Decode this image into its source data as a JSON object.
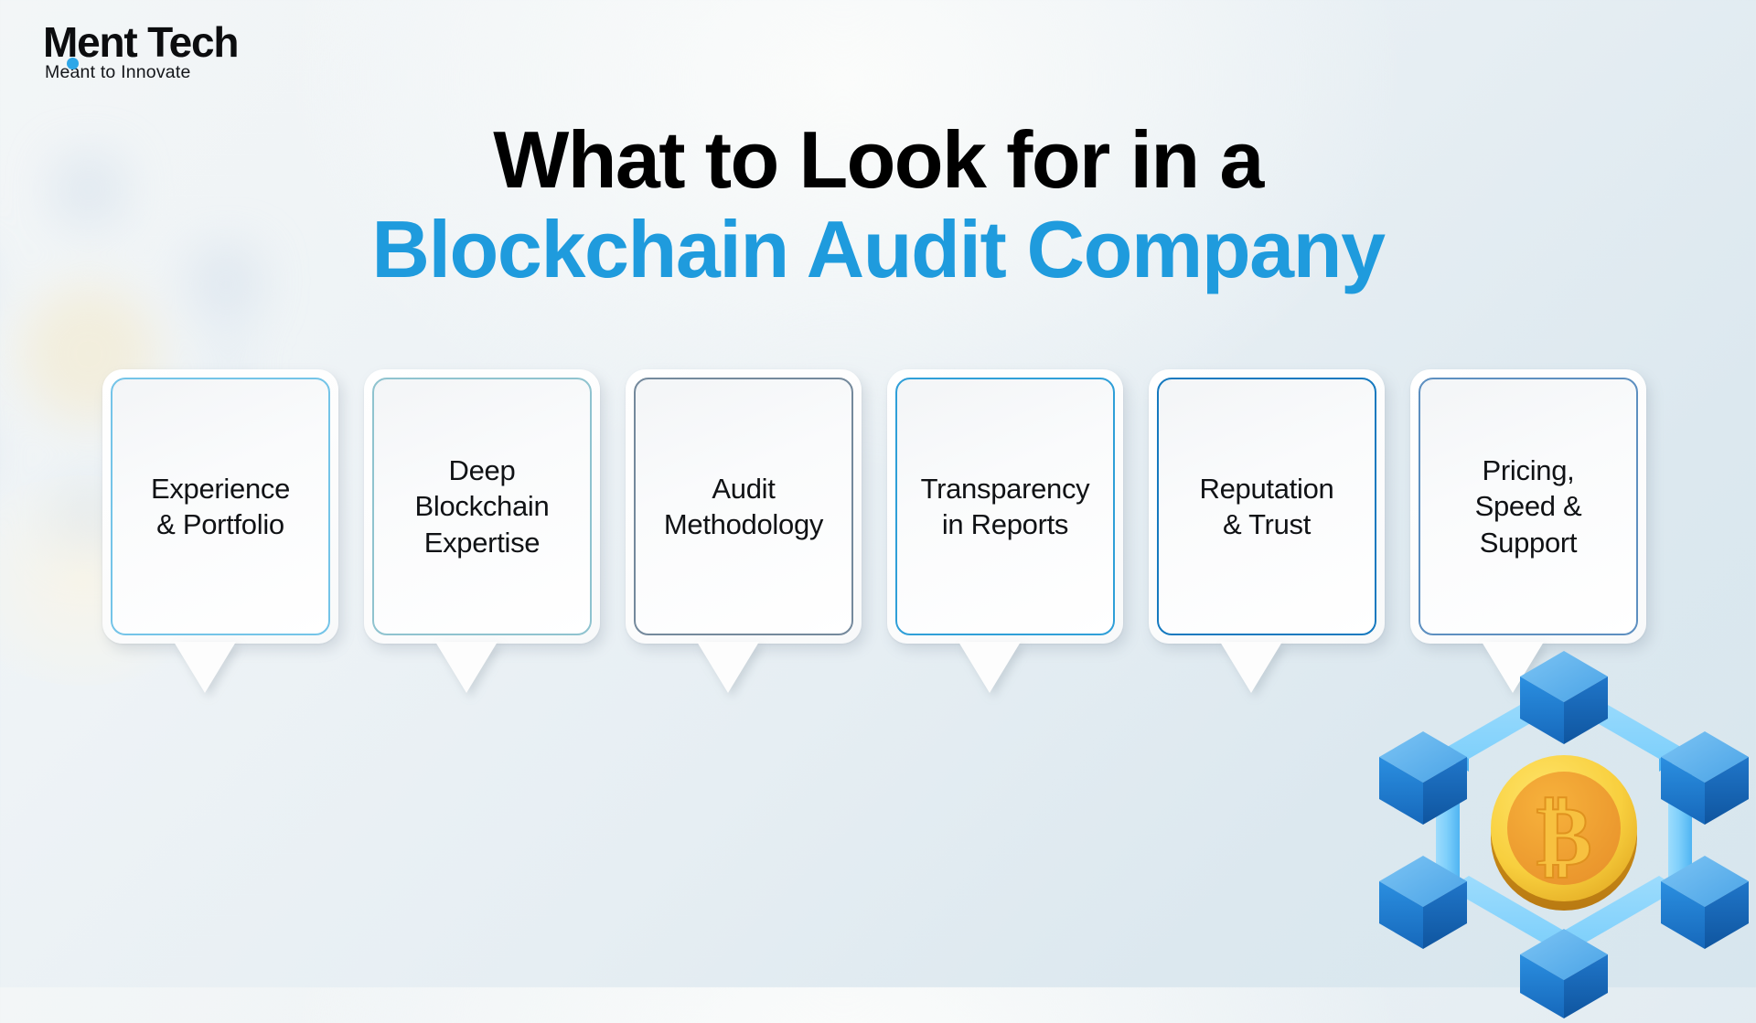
{
  "brand": {
    "name": "Ment Tech",
    "tagline": "Meant to Innovate",
    "dot_icon": "dot-icon",
    "dot_color": "#2ea7e8"
  },
  "headline": {
    "line1": "What to Look for in a",
    "line2": "Blockchain Audit Company",
    "line1_color": "#000000",
    "line2_color": "#1f9bdd"
  },
  "cards": [
    {
      "label": "Experience\n& Portfolio",
      "border_color": "#74c4e8"
    },
    {
      "label": "Deep\nBlockchain\nExpertise",
      "border_color": "#8fc3cf"
    },
    {
      "label": "Audit\nMethodology",
      "border_color": "#74899c"
    },
    {
      "label": "Transparency\nin Reports",
      "border_color": "#2f9fd8"
    },
    {
      "label": "Reputation\n& Trust",
      "border_color": "#1579bf"
    },
    {
      "label": "Pricing,\nSpeed &\nSupport",
      "border_color": "#5d8fc0"
    }
  ],
  "graphic": {
    "name": "blockchain-network-bitcoin-illustration",
    "cube_count": 6,
    "cube_color_light": "#5bb4ef",
    "cube_color_mid": "#2b8fe0",
    "cube_color_dark": "#1565b8",
    "bar_color": "#7fd0fb",
    "coin_icon": "bitcoin-coin-icon",
    "coin_symbol": "₿",
    "coin_color_outer": "#f7d648",
    "coin_color_inner": "#f2a22c"
  },
  "watermark": {
    "name": "blurred-blockchain-watermark"
  },
  "background": {
    "top_center": "#fbfcfb",
    "top_right": "#dde9ee",
    "bottom_left": "#eaeff2"
  }
}
